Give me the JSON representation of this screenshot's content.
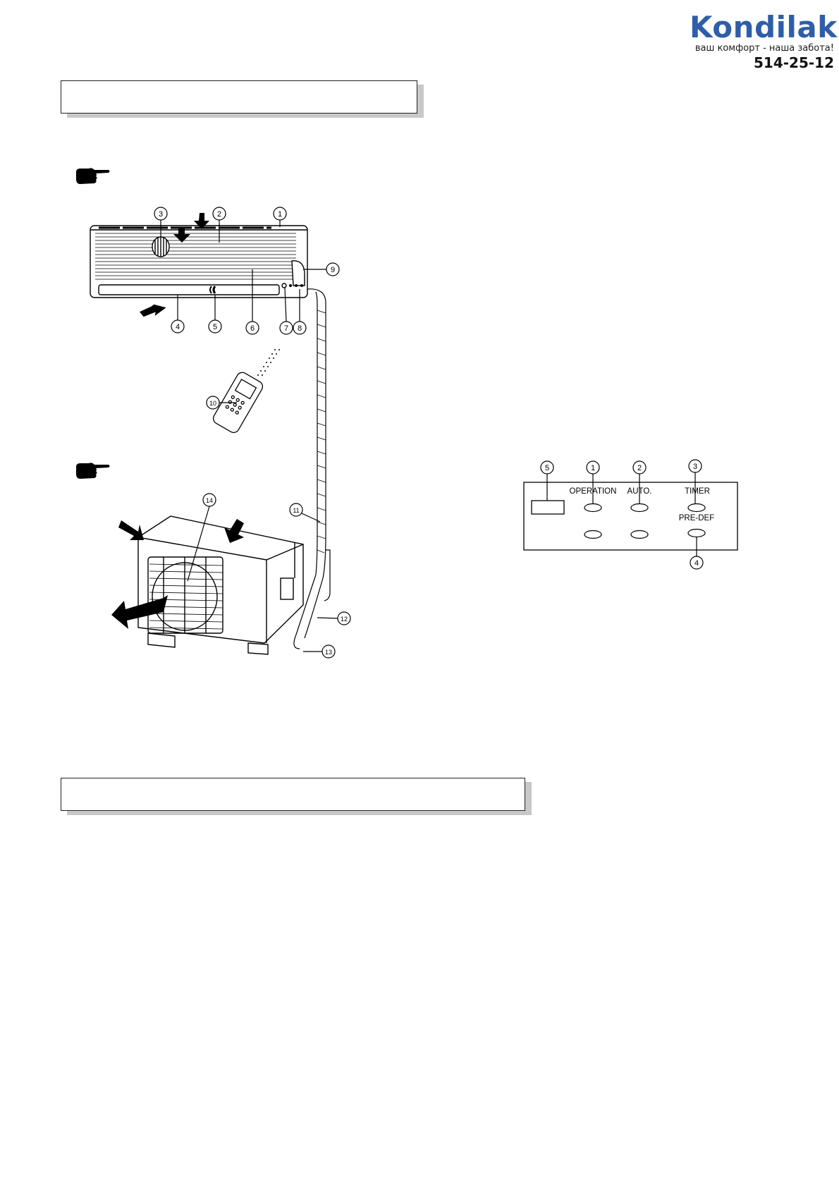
{
  "logo": {
    "brand": "Kondilak",
    "tagline": "ваш комфорт - наша забота!",
    "phone": "514-25-12"
  },
  "section_boxes": [
    "",
    ""
  ],
  "indoor_unit": {
    "callouts": [
      "1",
      "2",
      "3",
      "4",
      "5",
      "6",
      "7",
      "8",
      "9",
      "10"
    ]
  },
  "outdoor_unit": {
    "callouts": [
      "11",
      "12",
      "13",
      "14"
    ]
  },
  "control_panel": {
    "callouts": [
      "5",
      "1",
      "2",
      "3",
      "4"
    ],
    "labels": {
      "operation": "OPERATION",
      "auto": "AUTO.",
      "timer": "TIMER",
      "predef": "PRE-DEF"
    }
  },
  "icons": [
    "pointing-hand-icon",
    "pointing-hand-icon"
  ]
}
